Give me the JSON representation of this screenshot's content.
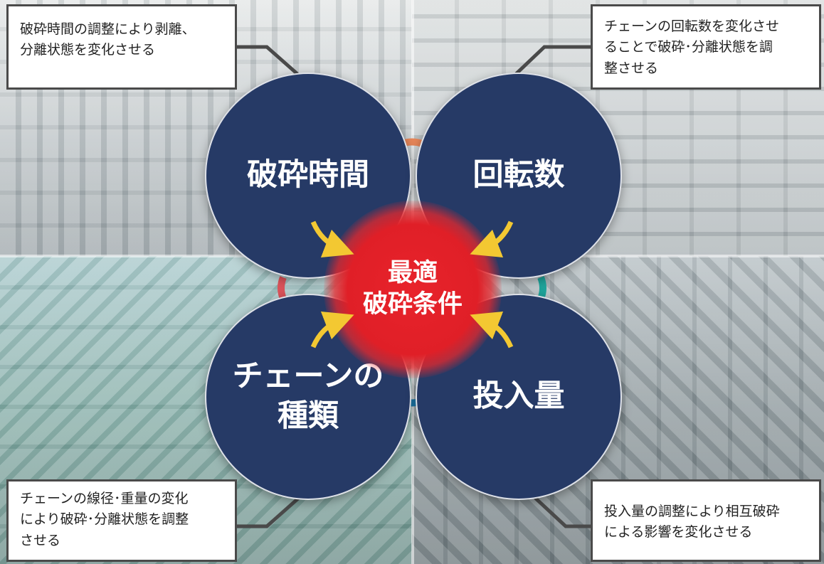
{
  "diagram": {
    "center": {
      "line1": "最適",
      "line2": "破砕条件",
      "color": "#e01f27"
    },
    "factors": {
      "crush_time": {
        "label": "破砕時間"
      },
      "rotation": {
        "label": "回転数"
      },
      "chain_type": {
        "line1": "チェーンの",
        "line2": "種類"
      },
      "input_amount": {
        "label": "投入量"
      }
    },
    "callouts": {
      "top_left": {
        "line1": "破砕時間の調整により剥離、",
        "line2": "分離状態を変化させる"
      },
      "top_right": {
        "line1": "チェーンの回転数を変化させ",
        "line2": "ることで破砕･分離状態を調",
        "line3": "整させる"
      },
      "bottom_left": {
        "line1": "チェーンの線径･重量の変化",
        "line2": "により破砕･分離状態を調整",
        "line3": "させる"
      },
      "bottom_right": {
        "line1": "投入量の調整により相互破砕",
        "line2": "による影響を変化させる"
      }
    },
    "colors": {
      "circle_fill": "#263a66",
      "arrow": "#f3c832",
      "ring_orange": "#e8875a",
      "ring_teal": "#1fa39a",
      "ring_blue": "#1f7fb4",
      "ring_red": "#d9535a"
    }
  }
}
